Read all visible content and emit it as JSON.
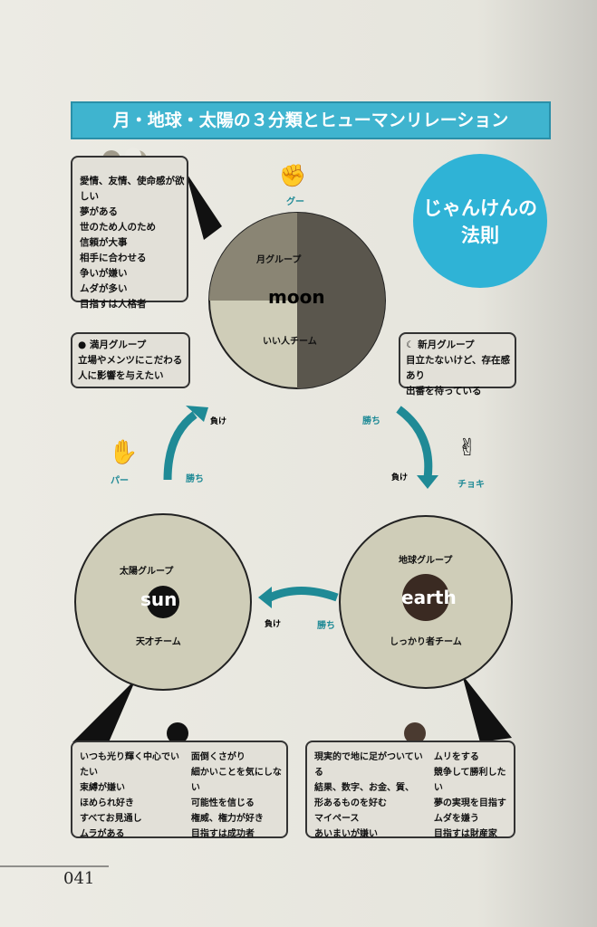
{
  "title": "月・地球・太陽の３分類とヒューマンリレーション",
  "law": [
    "じゃんけんの",
    "法則"
  ],
  "moon": {
    "label": "moon",
    "group": "月グループ",
    "team": "いい人チーム",
    "hand": "グー",
    "traits": [
      "愛情、友情、使命感が欲しい",
      "夢がある",
      "世のため人のため",
      "信頼が大事",
      "相手に合わせる",
      "争いが嫌い",
      "ムダが多い",
      "目指すは人格者"
    ],
    "full": {
      "title": "満月グループ",
      "lines": [
        "立場やメンツにこだわる",
        "人に影響を与えたい"
      ]
    },
    "new": {
      "title": "新月グループ",
      "lines": [
        "目立たないけど、存在感あり",
        "出番を待っている"
      ]
    }
  },
  "sun": {
    "label": "sun",
    "group": "太陽グループ",
    "team": "天才チーム",
    "hand": "パー",
    "traits_left": [
      "いつも光り輝く中心でいたい",
      "束縛が嫌い",
      "ほめられ好き",
      "すべてお見通し",
      "ムラがある"
    ],
    "traits_right": [
      "面倒くさがり",
      "細かいことを気にしない",
      "可能性を信じる",
      "権威、権力が好き",
      "目指すは成功者"
    ]
  },
  "earth": {
    "label": "earth",
    "group": "地球グループ",
    "team": "しっかり者チーム",
    "hand": "チョキ",
    "traits_left": [
      "現実的で地に足がついている",
      "結果、数字、お金、質、",
      "形あるものを好む",
      "マイペース",
      "あいまいが嫌い"
    ],
    "traits_right": [
      "ムリをする",
      "競争して勝利したい",
      "夢の実現を目指す",
      "ムダを嫌う",
      "目指すは財産家"
    ]
  },
  "win": "勝ち",
  "lose": "負け",
  "page_number": "041",
  "colors": {
    "accent": "#3fb4cf",
    "arrow": "#1f8a96"
  }
}
